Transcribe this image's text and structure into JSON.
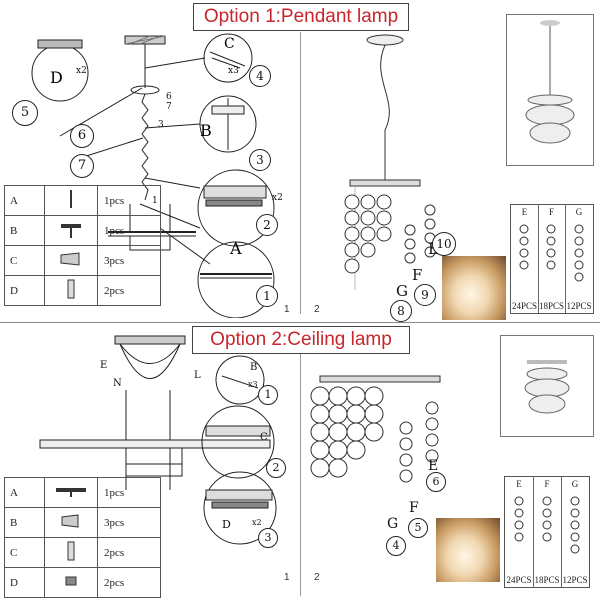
{
  "option1": {
    "title": "Option 1:Pendant lamp",
    "step_numbers": [
      "1",
      "2",
      "3",
      "4",
      "5",
      "6",
      "7"
    ],
    "page_left": "1",
    "page_right": "2",
    "callouts": {
      "D": "D",
      "C": "C",
      "B": "B",
      "A": "A",
      "x2": "x2",
      "x3": "x3",
      "n4": "4",
      "n5": "5",
      "n6": "6",
      "n7": "7",
      "n3": "3",
      "n1": "1"
    },
    "parts": [
      {
        "letter": "A",
        "icon": "screw-icon",
        "qty": "1pcs"
      },
      {
        "letter": "B",
        "icon": "hook-icon",
        "qty": "1pcs"
      },
      {
        "letter": "C",
        "icon": "wire-connector-icon",
        "qty": "3pcs"
      },
      {
        "letter": "D",
        "icon": "anchor-icon",
        "qty": "2pcs"
      }
    ],
    "strand_numbers": [
      "8",
      "9",
      "10"
    ],
    "strand_letters": [
      "G",
      "F",
      "E"
    ],
    "counts": {
      "headers": [
        "E",
        "F",
        "G"
      ],
      "values": [
        "24PCS",
        "18PCS",
        "12PCS"
      ]
    }
  },
  "option2": {
    "title": "Option 2:Ceiling lamp",
    "step_numbers": [
      "1",
      "2",
      "3"
    ],
    "page_left": "1",
    "page_right": "2",
    "callouts": {
      "E": "E",
      "N": "N",
      "L": "L",
      "B": "B",
      "C": "C",
      "D": "D",
      "x3": "x3",
      "x2": "x2"
    },
    "parts": [
      {
        "letter": "A",
        "icon": "mounting-bar-icon",
        "qty": "1pcs"
      },
      {
        "letter": "B",
        "icon": "wire-connector-icon",
        "qty": "3pcs"
      },
      {
        "letter": "C",
        "icon": "anchor-icon",
        "qty": "2pcs"
      },
      {
        "letter": "D",
        "icon": "nut-icon",
        "qty": "2pcs"
      }
    ],
    "strand_numbers": [
      "4",
      "5",
      "6"
    ],
    "strand_letters": [
      "G",
      "F",
      "E"
    ],
    "counts": {
      "headers": [
        "E",
        "F",
        "G"
      ],
      "values": [
        "24PCS",
        "18PCS",
        "12PCS"
      ]
    }
  }
}
